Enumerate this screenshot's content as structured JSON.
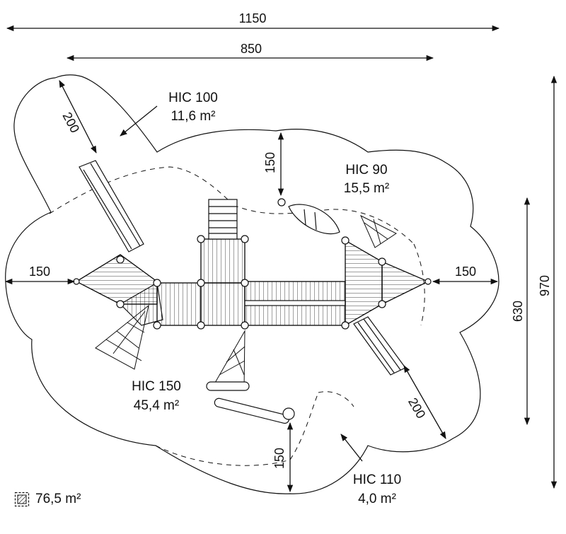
{
  "dimensions": {
    "total_width": "1150",
    "inner_width": "850",
    "total_height": "970",
    "inner_height": "630",
    "left_clearance": "150",
    "right_clearance": "150",
    "top_clearance": "150",
    "bottom_clearance": "150",
    "slide_left_length": "200",
    "slide_right_length": "200"
  },
  "zones": {
    "hic100": {
      "label": "HIC 100",
      "area": "11,6 m²"
    },
    "hic90": {
      "label": "HIC 90",
      "area": "15,5 m²"
    },
    "hic150": {
      "label": "HIC 150",
      "area": "45,4 m²"
    },
    "hic110": {
      "label": "HIC 110",
      "area": "4,0 m²"
    }
  },
  "legend": {
    "icon": "hatched-square-icon",
    "area": "76,5 m²"
  },
  "colors": {
    "line": "#111111",
    "background": "#ffffff"
  }
}
